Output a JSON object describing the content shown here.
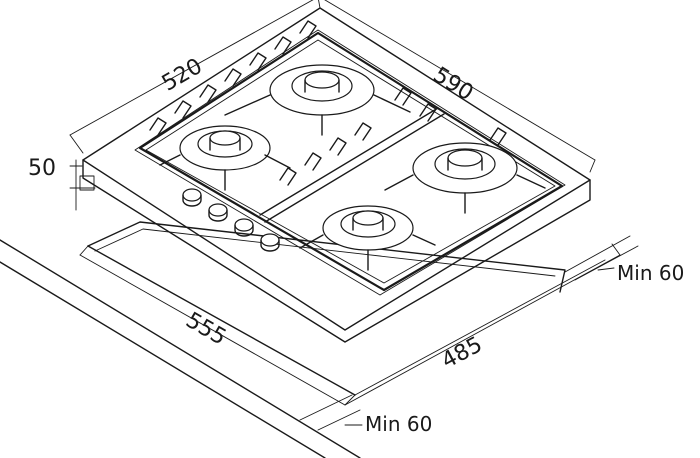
{
  "dimensions": {
    "width_top": "520",
    "depth_top": "590",
    "height": "50",
    "cutout_width": "555",
    "cutout_depth": "485",
    "clearance_right": "Min 60",
    "clearance_front": "Min 60"
  },
  "burners": [
    {
      "name": "rear-center",
      "size": "large"
    },
    {
      "name": "left",
      "size": "medium"
    },
    {
      "name": "right",
      "size": "large"
    },
    {
      "name": "front",
      "size": "medium"
    }
  ],
  "knobs": 4
}
